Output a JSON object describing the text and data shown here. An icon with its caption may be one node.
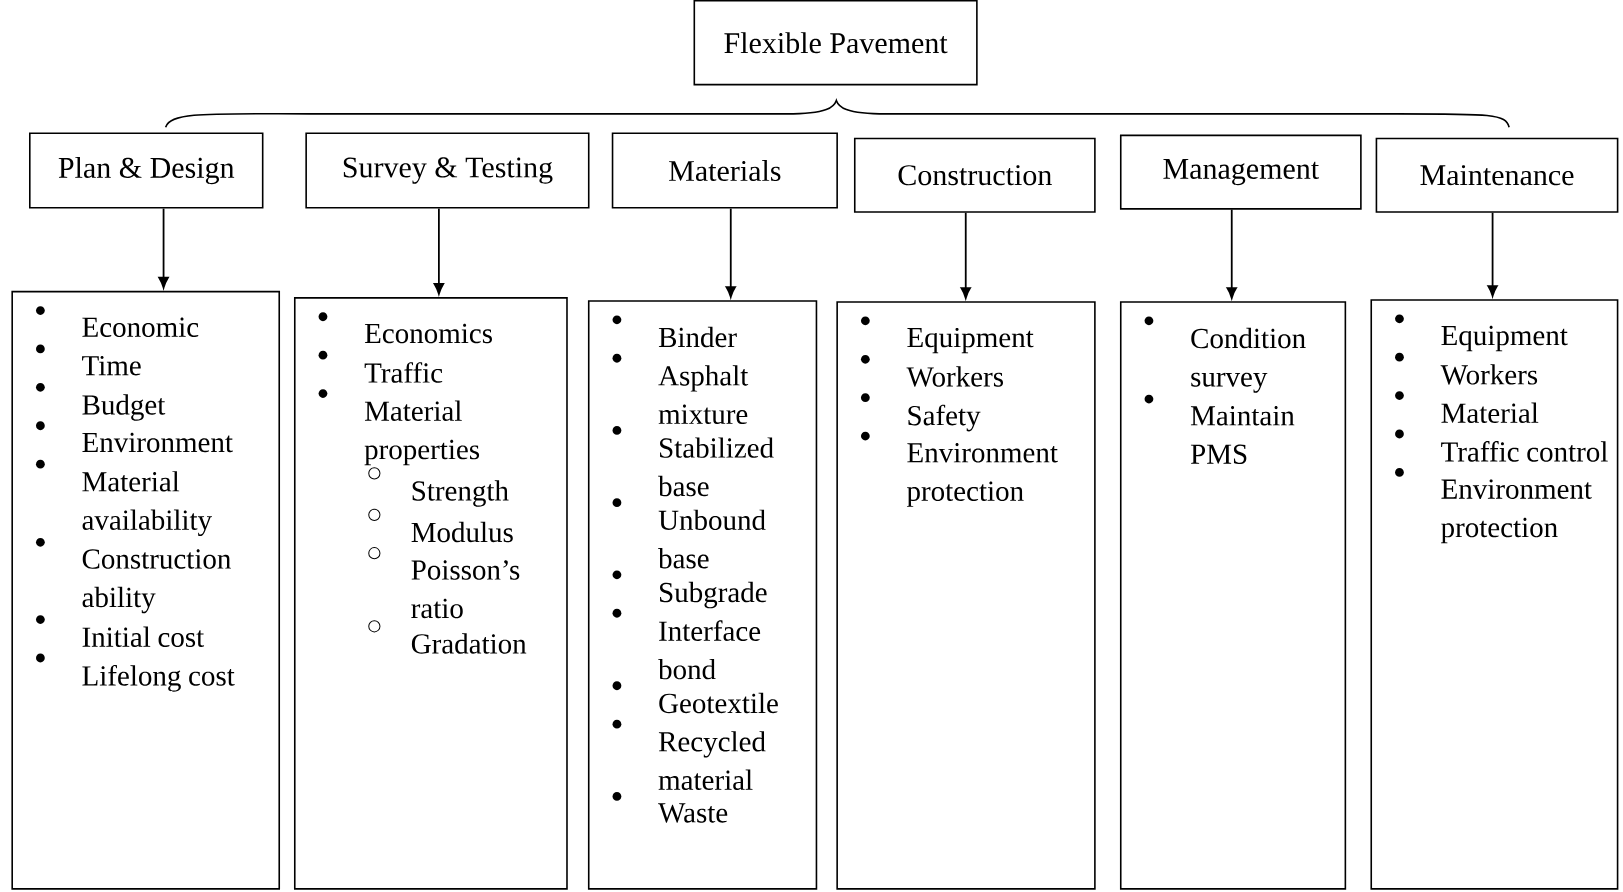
{
  "diagram": {
    "nodes": [
      {
        "text": [
          "Flexible Pavement"
        ]
      },
      {
        "text": [
          "Plan & Design"
        ]
      },
      {
        "text": [
          "Survey & Testing"
        ]
      },
      {
        "text": [
          "Materials"
        ]
      },
      {
        "text": [
          "Construction"
        ]
      },
      {
        "text": [
          "Management"
        ]
      },
      {
        "text": [
          "Maintenance"
        ]
      },
      {
        "text": [
          "Economic",
          "Time",
          "Budget",
          "Environment",
          "Material availability",
          "Construction ability",
          "Initial cost",
          "Lifelong cost"
        ]
      },
      {
        "text": [
          "Economics",
          "Traffic",
          "Material properties",
          "Strength",
          "Modulus",
          "Poisson’s ratio",
          "Gradation"
        ]
      },
      {
        "text": [
          "Binder",
          "Asphalt mixture",
          "Stabilized base",
          "Unbound base",
          "Subgrade",
          "Interface bond",
          "Geotextile",
          "Recycled material",
          "Waste"
        ]
      },
      {
        "text": [
          "Equipment",
          "Workers",
          "Safety",
          "Environment protection"
        ]
      },
      {
        "text": [
          "Condition survey",
          "Maintain PMS"
        ]
      },
      {
        "text": [
          "Equipment",
          "Workers",
          "Material",
          "Traffic control",
          "Environment protection"
        ]
      }
    ],
    "edges": [
      {
        "from": 1,
        "to": 7,
        "arrow": "to"
      },
      {
        "from": 2,
        "to": 8,
        "arrow": "to"
      },
      {
        "from": 3,
        "to": 9,
        "arrow": "to"
      },
      {
        "from": 4,
        "to": 10,
        "arrow": "to"
      },
      {
        "from": 5,
        "to": 11,
        "arrow": "to"
      },
      {
        "from": 6,
        "to": 12,
        "arrow": "to"
      }
    ]
  }
}
